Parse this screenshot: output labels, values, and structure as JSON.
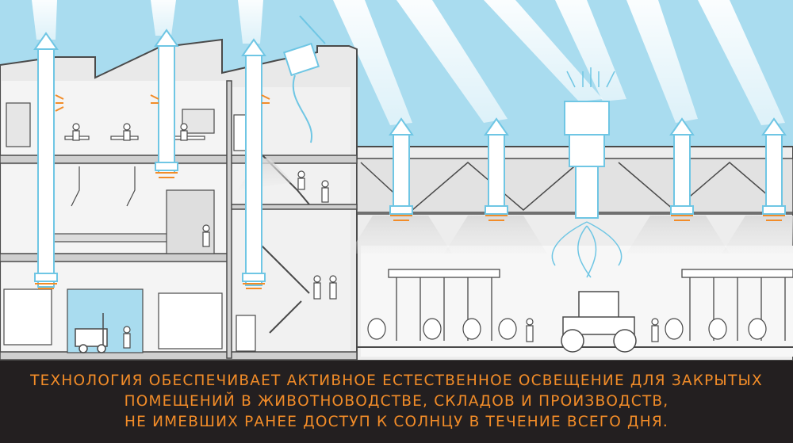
{
  "colors": {
    "sky": "#a9dcef",
    "beam": "#ffffff",
    "wall": "#ededed",
    "interior": "#f6f6f6",
    "outline": "#4a4a4a",
    "pipe": "#6fc6e4",
    "glow": "#f28c28",
    "caption_bg": "#231f20",
    "caption_text": "#f28c28"
  },
  "icons": {
    "collector": "light-collector-icon",
    "pipe": "light-pipe-icon",
    "diffuser": "light-diffuser-icon",
    "worker": "worker-icon",
    "cow": "cow-icon",
    "tractor": "tractor-icon",
    "forklift": "forklift-icon"
  },
  "caption": {
    "line1": "ТЕХНОЛОГИЯ ОБЕСПЕЧИВАЕТ АКТИВНОЕ ЕСТЕСТВЕННОЕ ОСВЕЩЕНИЕ ДЛЯ ЗАКРЫТЫХ",
    "line2": "ПОМЕЩЕНИЙ В ЖИВОТНОВОДСТВЕ, СКЛАДОВ И ПРОИЗВОДСТВ,",
    "line3": "НЕ ИМЕВШИХ РАНЕЕ ДОСТУП К СОЛНЦУ В ТЕЧЕНИЕ ВСЕГО ДНЯ."
  }
}
